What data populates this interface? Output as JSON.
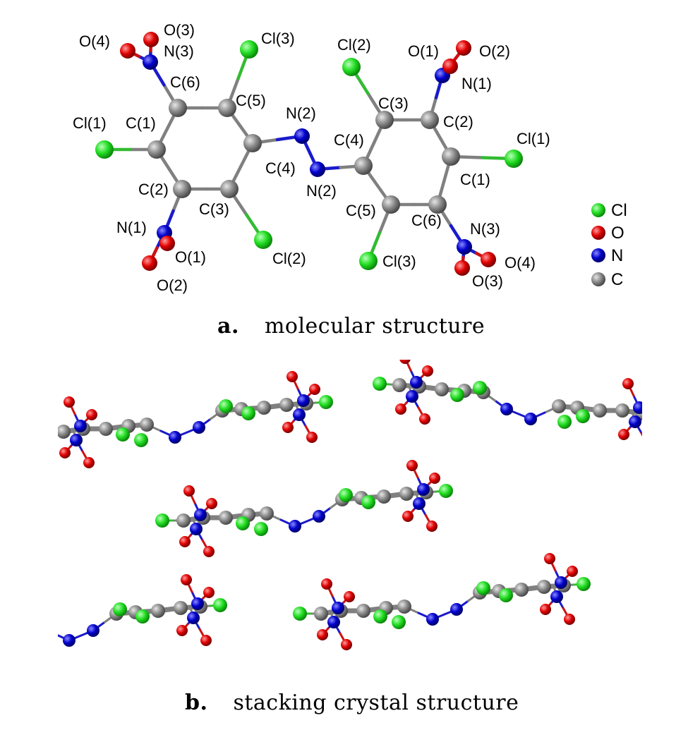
{
  "colors": {
    "Cl": "#22dd22",
    "O": "#e00000",
    "N": "#0000cc",
    "C": "#808080"
  },
  "legend": [
    {
      "element": "Cl",
      "label": "Cl"
    },
    {
      "element": "O",
      "label": "O"
    },
    {
      "element": "N",
      "label": "N"
    },
    {
      "element": "C",
      "label": "C"
    }
  ],
  "panel_a": {
    "caption_letter": "a.",
    "caption_text": "molecular structure",
    "atom_labels": [
      "O(4)",
      "O(3)",
      "N(3)",
      "C(6)",
      "Cl(3)",
      "C(5)",
      "Cl(1)",
      "C(1)",
      "N(2)",
      "C(4)",
      "C(2)",
      "C(3)",
      "N(1)",
      "O(1)",
      "O(2)",
      "Cl(2)",
      "Cl(2)",
      "O(1)",
      "O(2)",
      "N(1)",
      "C(3)",
      "C(2)",
      "Cl(1)",
      "C(4)",
      "N(2)",
      "C(1)",
      "C(5)",
      "C(6)",
      "N(3)",
      "Cl(3)",
      "O(4)",
      "O(3)"
    ]
  },
  "panel_b": {
    "caption_letter": "b.",
    "caption_text": "stacking crystal structure"
  }
}
